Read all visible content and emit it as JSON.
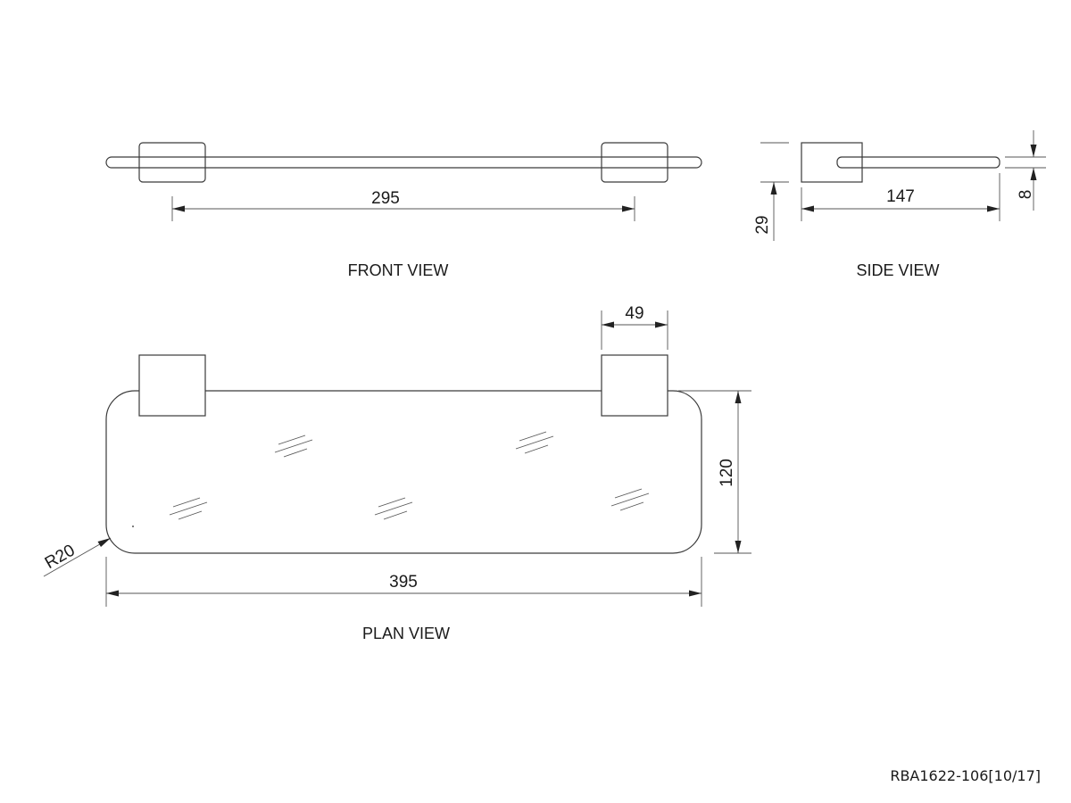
{
  "views": {
    "front": {
      "title": "FRONT VIEW",
      "dim_length": "295"
    },
    "side": {
      "title": "SIDE VIEW",
      "dim_depth": "147",
      "dim_height": "29",
      "dim_thickness": "8"
    },
    "plan": {
      "title": "PLAN VIEW",
      "dim_width": "395",
      "dim_depth": "120",
      "dim_bracket": "49",
      "dim_radius": "R20"
    }
  },
  "drawing_ref": "RBA1622-106[10/17]"
}
